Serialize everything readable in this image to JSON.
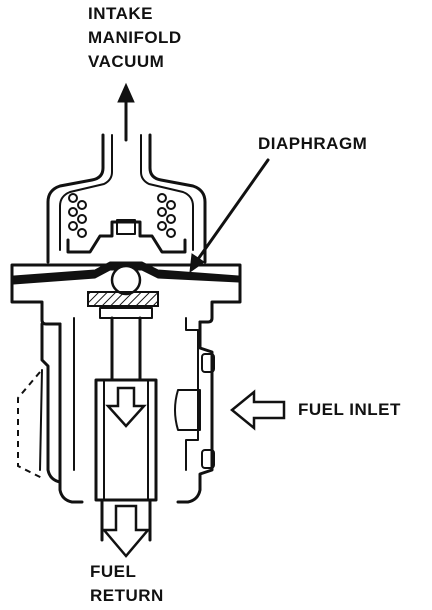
{
  "labels": {
    "intake_manifold_vacuum": [
      "INTAKE",
      "MANIFOLD",
      "VACUUM"
    ],
    "diaphragm": "DIAPHRAGM",
    "fuel_inlet": "FUEL INLET",
    "fuel_return": [
      "FUEL",
      "RETURN"
    ]
  },
  "colors": {
    "ink": "#111111",
    "paper": "#ffffff"
  }
}
